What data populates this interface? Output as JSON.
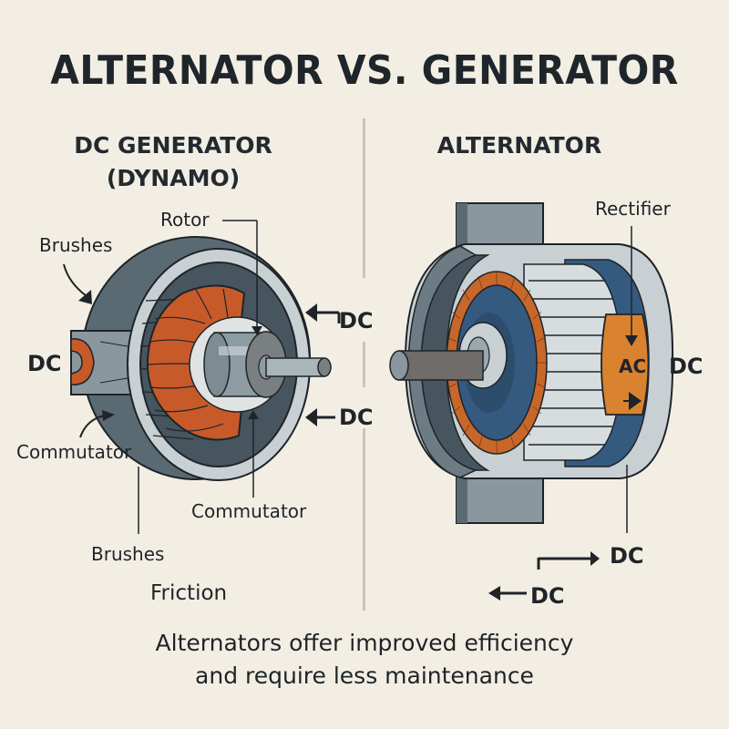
{
  "title": "ALTERNATOR VS. GENERATOR",
  "colors": {
    "background": "#f3eee4",
    "text": "#1e2428",
    "orange_winding": "#c85a2a",
    "rectifier_orange": "#d9822f",
    "steel_dark": "#56656e",
    "steel_mid": "#8c9aa2",
    "steel_light": "#c9d0d3",
    "blue": "#355a80",
    "divider": "#c9c5ba"
  },
  "left_panel": {
    "heading_line1": "DC GENERATOR",
    "heading_line2": "(DYNAMO)",
    "labels": {
      "rotor": "Rotor",
      "brushes_top": "Brushes",
      "dc_left": "DC",
      "dc_arrow_top": "DC",
      "dc_arrow_bottom": "DC",
      "commutator_left": "Commutator",
      "commutator_bottom": "Commutator",
      "brushes_bottom": "Brushes",
      "friction": "Friction"
    }
  },
  "right_panel": {
    "heading": "ALTERNATOR",
    "labels": {
      "rectifier": "Rectifier",
      "ac": "AC",
      "dc_right": "DC",
      "dc_lower": "DC",
      "dc_bottom": "DC"
    }
  },
  "footer": {
    "line1": "Alternators offer improved efficiency",
    "line2": "and require less maintenance"
  }
}
